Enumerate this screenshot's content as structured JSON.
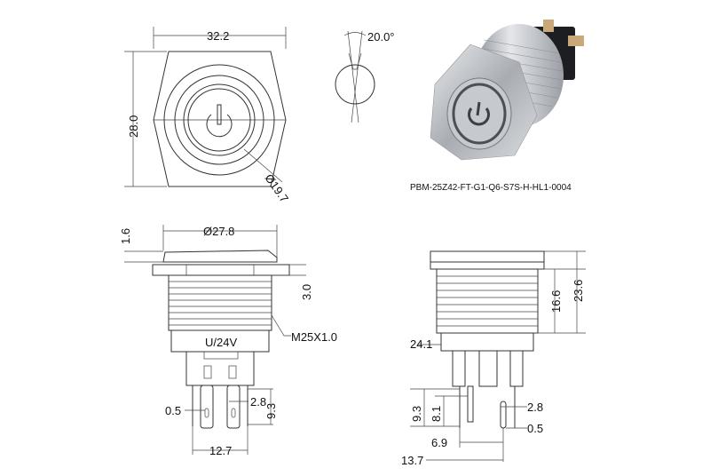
{
  "product_caption": "PBM-25Z42-FT-G1-Q6-S7S-H-HL1-0004",
  "front_view": {
    "width": "32.2",
    "height": "28.0",
    "ring_diameter": "Ø19.7"
  },
  "angle_view": {
    "angle": "20.0°"
  },
  "side_view_left": {
    "cap_height": "1.6",
    "cap_diameter": "Ø27.8",
    "nut_thickness": "3.0",
    "thread": "M25X1.0",
    "voltage": "U/24V",
    "terminal_width": "2.8",
    "terminal_length": "9.3",
    "terminal_thickness": "0.5",
    "terminal_spacing": "12.7"
  },
  "side_view_right": {
    "thread_length": "16.6",
    "total_length": "23.6",
    "body_diameter": "24.1",
    "terminal_length_a": "9.3",
    "terminal_length_b": "8.1",
    "terminal_width": "2.8",
    "terminal_thickness": "0.5",
    "terminal_offset": "6.9",
    "terminal_span": "13.7"
  },
  "colors": {
    "line": "#333333",
    "metal": "#b8bcc2",
    "connector": "#1c1e22"
  }
}
